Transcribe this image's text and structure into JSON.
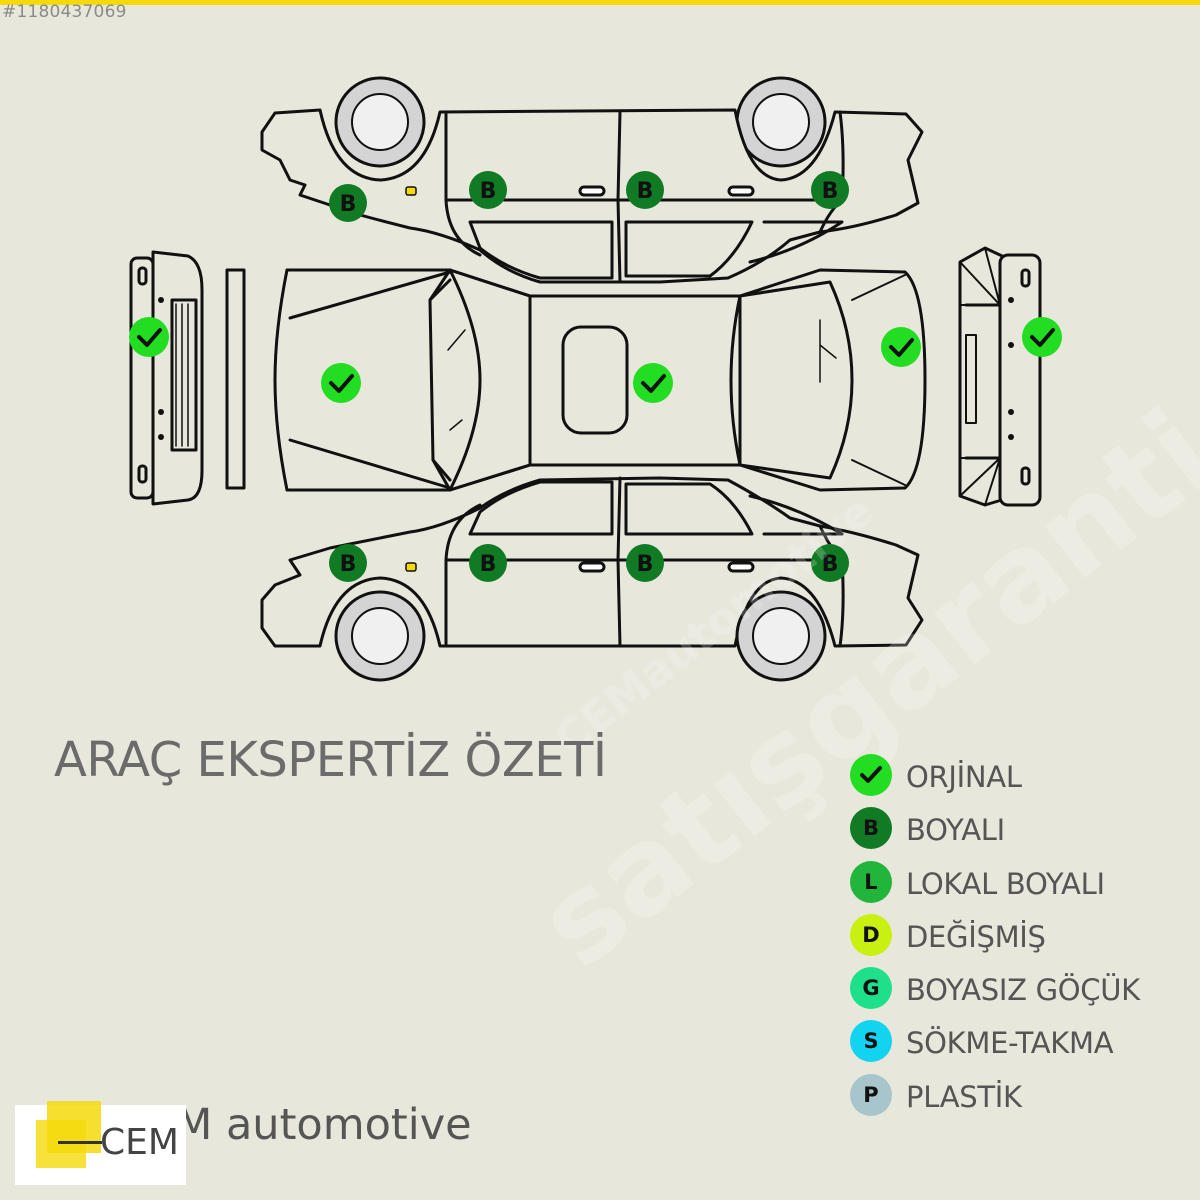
{
  "listing_id": "#1180437069",
  "title": "ARAÇ EKSPERTİZ ÖZETİ",
  "colors": {
    "accent": "#f5d90a",
    "background": "#e8e7dc",
    "orjinal": "#22dd22",
    "boyali": "#117a24",
    "lokal_boyali": "#22b53c",
    "degismis": "#c8f010",
    "boyasiz_gocuk": "#1fe08a",
    "sokme_takma": "#12d4f0",
    "plastik": "#a8c4cc"
  },
  "legend": [
    {
      "code": "✓",
      "label": "ORJİNAL",
      "color": "#22dd22"
    },
    {
      "code": "B",
      "label": "BOYALI",
      "color": "#117a24"
    },
    {
      "code": "L",
      "label": "LOKAL BOYALI",
      "color": "#22b53c"
    },
    {
      "code": "D",
      "label": "DEĞİŞMİŞ",
      "color": "#c8f010"
    },
    {
      "code": "G",
      "label": "BOYASIZ GÖÇÜK",
      "color": "#1fe08a"
    },
    {
      "code": "S",
      "label": "SÖKME-TAKMA",
      "color": "#12d4f0"
    },
    {
      "code": "P",
      "label": "PLASTİK",
      "color": "#a8c4cc"
    }
  ],
  "parts": {
    "top_side": [
      {
        "part": "rear-fender-right",
        "code": "B"
      },
      {
        "part": "rear-door-right",
        "code": "B"
      },
      {
        "part": "front-door-right",
        "code": "B"
      },
      {
        "part": "front-fender-right",
        "code": "B"
      }
    ],
    "top_view": [
      {
        "part": "rear-bumper",
        "code": "✓"
      },
      {
        "part": "trunk",
        "code": "✓"
      },
      {
        "part": "roof",
        "code": "✓"
      },
      {
        "part": "hood",
        "code": "✓"
      },
      {
        "part": "front-bumper",
        "code": "✓"
      }
    ],
    "bottom_side": [
      {
        "part": "rear-fender-left",
        "code": "B"
      },
      {
        "part": "rear-door-left",
        "code": "B"
      },
      {
        "part": "front-door-left",
        "code": "B"
      },
      {
        "part": "front-fender-left",
        "code": "B"
      }
    ]
  },
  "brand": {
    "name": "CEM automotive",
    "logo_text": "CEM"
  },
  "watermark": {
    "main": "satışgaranti",
    "sub": "CEMautomotive"
  }
}
